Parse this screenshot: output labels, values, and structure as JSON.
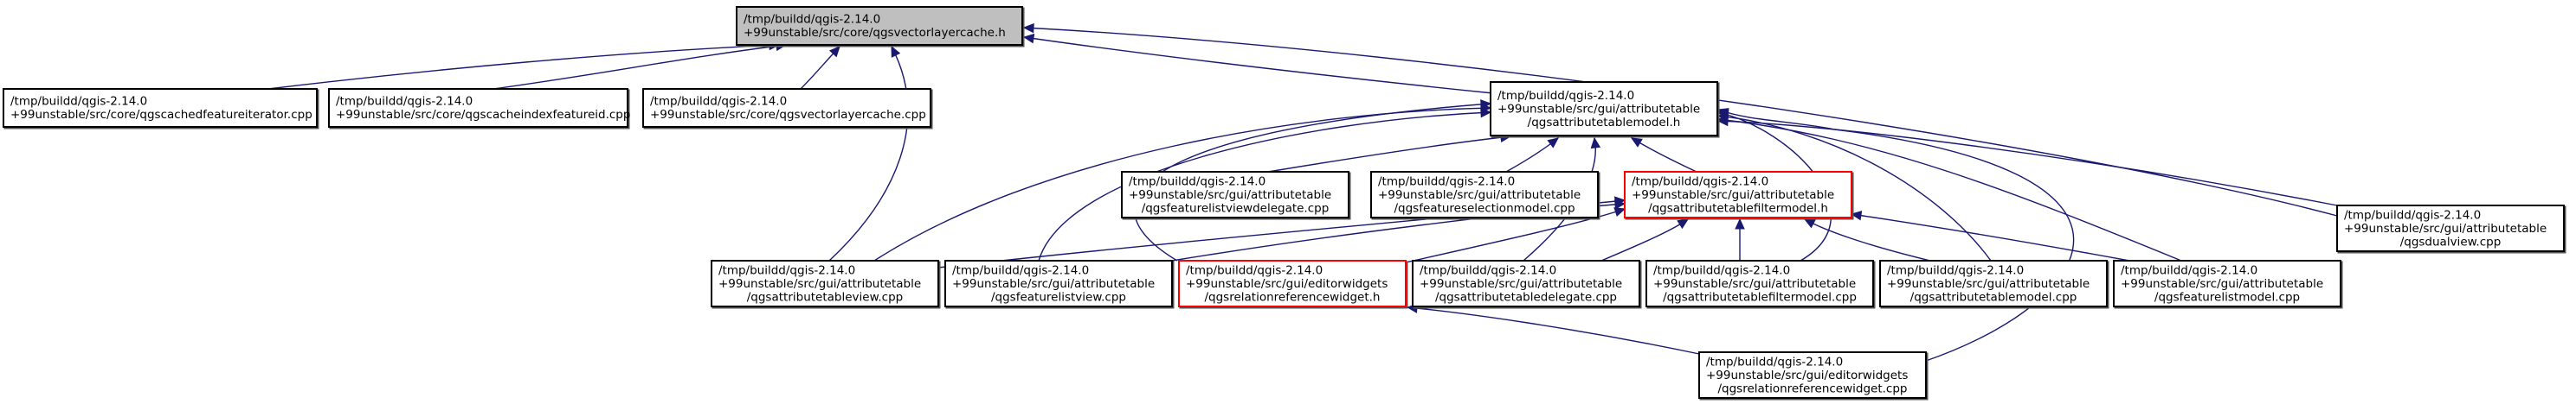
{
  "diagram": {
    "title": "Include dependency graph for qgsvectorlayercache.h",
    "colors": {
      "edge": "#191970",
      "root_fill": "#bfbfbf",
      "node_fill": "#ffffff",
      "node_border": "#000000",
      "highlight_border": "#ff0000"
    },
    "nodes": [
      {
        "id": "root",
        "kind": "root",
        "lines": [
          "/tmp/buildd/qgis-2.14.0",
          "+99unstable/src/core/qgsvectorlayercache.h"
        ]
      },
      {
        "id": "cachedfeatureiterator",
        "kind": "normal",
        "lines": [
          "/tmp/buildd/qgis-2.14.0",
          "+99unstable/src/core/qgscachedfeatureiterator.cpp"
        ]
      },
      {
        "id": "cacheindexfeatureid",
        "kind": "normal",
        "lines": [
          "/tmp/buildd/qgis-2.14.0",
          "+99unstable/src/core/qgscacheindexfeatureid.cpp"
        ]
      },
      {
        "id": "vectorlayercache_cpp",
        "kind": "normal",
        "lines": [
          "/tmp/buildd/qgis-2.14.0",
          "+99unstable/src/core/qgsvectorlayercache.cpp"
        ]
      },
      {
        "id": "attributetablemodel_h",
        "kind": "normal",
        "lines": [
          "/tmp/buildd/qgis-2.14.0",
          "+99unstable/src/gui/attributetable",
          "/qgsattributetablemodel.h"
        ]
      },
      {
        "id": "dualview",
        "kind": "normal",
        "lines": [
          "/tmp/buildd/qgis-2.14.0",
          "+99unstable/src/gui/attributetable",
          "/qgsdualview.cpp"
        ]
      },
      {
        "id": "featurelistviewdelegate",
        "kind": "normal",
        "lines": [
          "/tmp/buildd/qgis-2.14.0",
          "+99unstable/src/gui/attributetable",
          "/qgsfeaturelistviewdelegate.cpp"
        ]
      },
      {
        "id": "featureselectionmodel",
        "kind": "normal",
        "lines": [
          "/tmp/buildd/qgis-2.14.0",
          "+99unstable/src/gui/attributetable",
          "/qgsfeatureselectionmodel.cpp"
        ]
      },
      {
        "id": "attributetablefiltermodel_h",
        "kind": "highlight",
        "lines": [
          "/tmp/buildd/qgis-2.14.0",
          "+99unstable/src/gui/attributetable",
          "/qgsattributetablefiltermodel.h"
        ]
      },
      {
        "id": "attributetableview",
        "kind": "normal",
        "lines": [
          "/tmp/buildd/qgis-2.14.0",
          "+99unstable/src/gui/attributetable",
          "/qgsattributetableview.cpp"
        ]
      },
      {
        "id": "featurelistview",
        "kind": "normal",
        "lines": [
          "/tmp/buildd/qgis-2.14.0",
          "+99unstable/src/gui/attributetable",
          "/qgsfeaturelistview.cpp"
        ]
      },
      {
        "id": "relationreferencewidget_h",
        "kind": "highlight",
        "lines": [
          "/tmp/buildd/qgis-2.14.0",
          "+99unstable/src/gui/editorwidgets",
          "/qgsrelationreferencewidget.h"
        ]
      },
      {
        "id": "attributetabledelegate",
        "kind": "normal",
        "lines": [
          "/tmp/buildd/qgis-2.14.0",
          "+99unstable/src/gui/attributetable",
          "/qgsattributetabledelegate.cpp"
        ]
      },
      {
        "id": "attributetablefiltermodel_cpp",
        "kind": "normal",
        "lines": [
          "/tmp/buildd/qgis-2.14.0",
          "+99unstable/src/gui/attributetable",
          "/qgsattributetablefiltermodel.cpp"
        ]
      },
      {
        "id": "attributetablemodel_cpp",
        "kind": "normal",
        "lines": [
          "/tmp/buildd/qgis-2.14.0",
          "+99unstable/src/gui/attributetable",
          "/qgsattributetablemodel.cpp"
        ]
      },
      {
        "id": "featurelistmodel",
        "kind": "normal",
        "lines": [
          "/tmp/buildd/qgis-2.14.0",
          "+99unstable/src/gui/attributetable",
          "/qgsfeaturelistmodel.cpp"
        ]
      },
      {
        "id": "relationreferencewidget_cpp",
        "kind": "normal",
        "lines": [
          "/tmp/buildd/qgis-2.14.0",
          "+99unstable/src/gui/editorwidgets",
          "/qgsrelationreferencewidget.cpp"
        ]
      }
    ],
    "edges": [
      {
        "from": "cachedfeatureiterator",
        "to": "root"
      },
      {
        "from": "cacheindexfeatureid",
        "to": "root"
      },
      {
        "from": "vectorlayercache_cpp",
        "to": "root"
      },
      {
        "from": "attributetableview",
        "to": "root"
      },
      {
        "from": "attributetablemodel_h",
        "to": "root"
      },
      {
        "from": "dualview",
        "to": "root"
      },
      {
        "from": "featurelistviewdelegate",
        "to": "attributetablemodel_h"
      },
      {
        "from": "featureselectionmodel",
        "to": "attributetablemodel_h"
      },
      {
        "from": "attributetablefiltermodel_h",
        "to": "attributetablemodel_h"
      },
      {
        "from": "attributetableview",
        "to": "attributetablemodel_h"
      },
      {
        "from": "featurelistview",
        "to": "attributetablemodel_h"
      },
      {
        "from": "relationreferencewidget_h",
        "to": "attributetablemodel_h"
      },
      {
        "from": "attributetabledelegate",
        "to": "attributetablemodel_h"
      },
      {
        "from": "attributetablefiltermodel_cpp",
        "to": "attributetablemodel_h"
      },
      {
        "from": "attributetablemodel_cpp",
        "to": "attributetablemodel_h"
      },
      {
        "from": "featurelistmodel",
        "to": "attributetablemodel_h"
      },
      {
        "from": "dualview",
        "to": "attributetablemodel_h"
      },
      {
        "from": "relationreferencewidget_cpp",
        "to": "attributetablemodel_h"
      },
      {
        "from": "attributetableview",
        "to": "attributetablefiltermodel_h"
      },
      {
        "from": "featurelistview",
        "to": "attributetablefiltermodel_h"
      },
      {
        "from": "relationreferencewidget_h",
        "to": "attributetablefiltermodel_h"
      },
      {
        "from": "attributetabledelegate",
        "to": "attributetablefiltermodel_h"
      },
      {
        "from": "attributetablefiltermodel_cpp",
        "to": "attributetablefiltermodel_h"
      },
      {
        "from": "attributetablemodel_cpp",
        "to": "attributetablefiltermodel_h"
      },
      {
        "from": "featurelistmodel",
        "to": "attributetablefiltermodel_h"
      },
      {
        "from": "relationreferencewidget_cpp",
        "to": "relationreferencewidget_h"
      }
    ]
  }
}
